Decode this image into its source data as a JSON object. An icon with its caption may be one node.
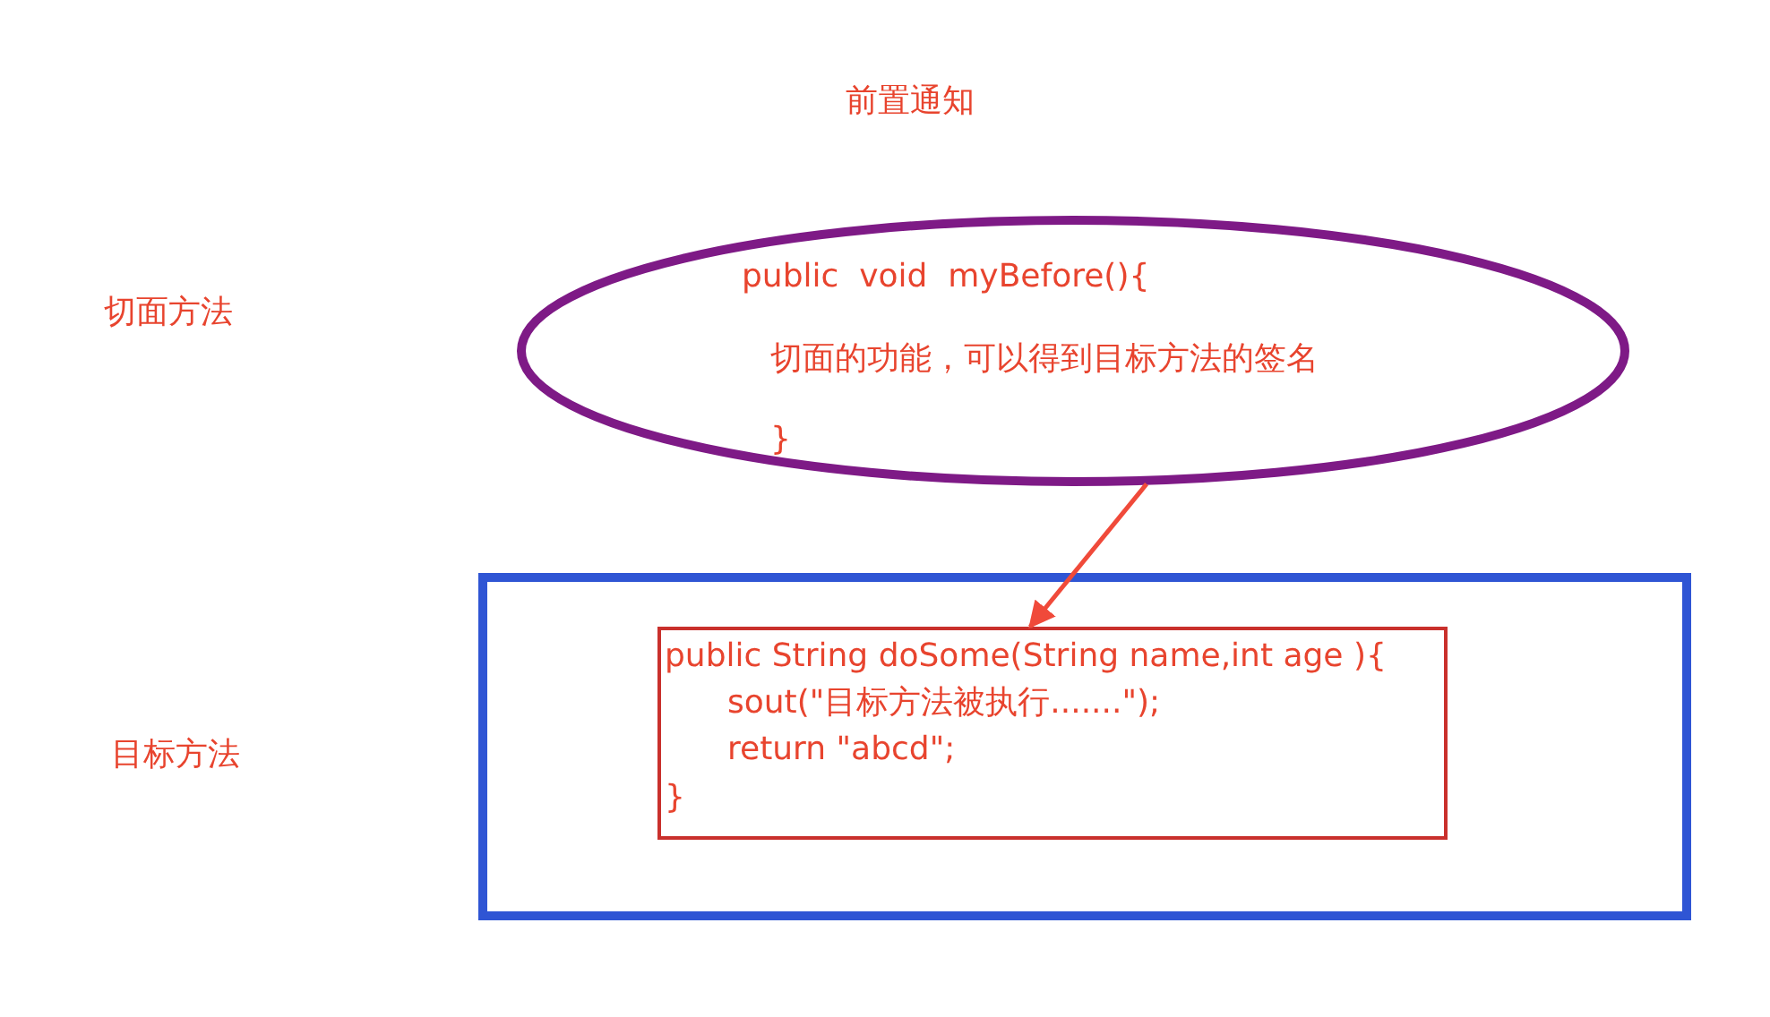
{
  "diagram": {
    "title": "前置通知",
    "nodes": [
      {
        "text": [
          "public  void  myBefore(){",
          "切面的功能，可以得到目标方法的签名",
          "}"
        ]
      },
      {
        "text": [],
        "shape": "box"
      },
      {
        "text": [
          "public String doSome(String name,int age ){",
          "sout(\"目标方法被执行.......\");",
          "return \"abcd\";",
          "}"
        ],
        "in": 1
      }
    ],
    "edges": [
      {
        "from": 0,
        "to": 2,
        "arrow": "to"
      }
    ],
    "labels": [
      "切面方法",
      "目标方法"
    ]
  }
}
